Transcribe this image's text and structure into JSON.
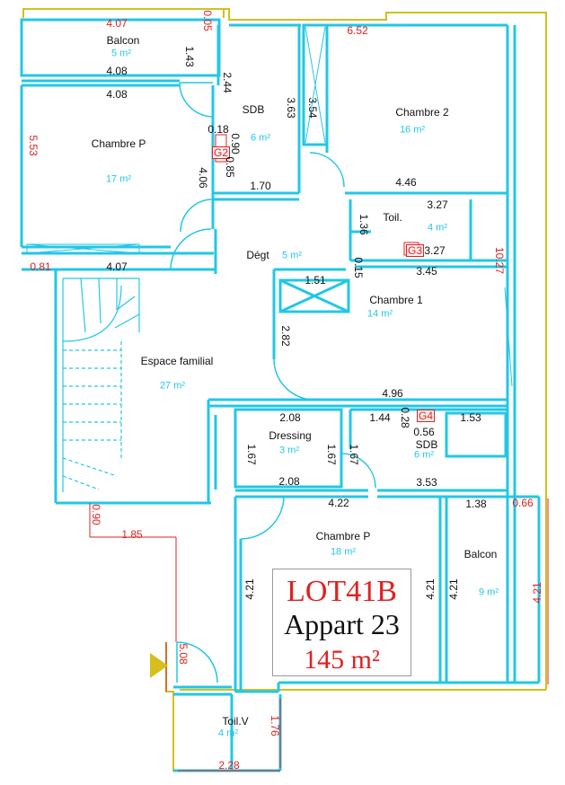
{
  "rooms": {
    "balcon_top": {
      "name": "Balcon",
      "area": "5 m²"
    },
    "chambre_p_top": {
      "name": "Chambre P",
      "area": "17 m²"
    },
    "sdb_top": {
      "name": "SDB",
      "area": "6 m²"
    },
    "chambre_2": {
      "name": "Chambre 2",
      "area": "16 m²"
    },
    "toil": {
      "name": "Toil.",
      "area": "4 m²"
    },
    "degt": {
      "name": "Dégt",
      "area": "5 m²"
    },
    "chambre_1": {
      "name": "Chambre 1",
      "area": "14 m²"
    },
    "espace_familial": {
      "name": "Espace familial",
      "area": "27 m²"
    },
    "dressing": {
      "name": "Dressing",
      "area": "3 m²"
    },
    "sdb_mid": {
      "name": "SDB",
      "area": "6 m²"
    },
    "chambre_p_bottom": {
      "name": "Chambre P",
      "area": "18 m²"
    },
    "balcon_right": {
      "name": "Balcon",
      "area": "9 m²"
    },
    "toil_v": {
      "name": "Toil.V",
      "area": "4 m²"
    }
  },
  "tags": {
    "g2": "G2",
    "g3": "G3",
    "g4": "G4"
  },
  "lot": {
    "code": "LOT41B",
    "apartment": "Appart 23",
    "area": "145 m²"
  },
  "dims_black": {
    "d408a": "4.08",
    "d408b": "4.08",
    "d143": "1.43",
    "d244": "2.44",
    "d363": "3.63",
    "d354": "3.54",
    "d018": "0.18",
    "d090": "0.90",
    "d085": "0.85",
    "d406": "4.06",
    "d170": "1.70",
    "d446": "4.46",
    "d327a": "3.27",
    "d136": "1.36",
    "d327b": "3.27",
    "d407": "4.07",
    "d151": "1.51",
    "d015": "0.15",
    "d345": "3.45",
    "d282": "2.82",
    "d496": "4.96",
    "d208a": "2.08",
    "d144": "1.44",
    "d028": "0.28",
    "d153": "1.53",
    "d056": "0.56",
    "d167a": "1.67",
    "d167b": "1.67",
    "d167c": "1.67",
    "d208b": "2.08",
    "d422": "4.22",
    "d353": "3.53",
    "d138": "1.38",
    "d421a": "4.21",
    "d421b": "4.21",
    "d421c": "4.21"
  },
  "dims_red": {
    "r407": "4.07",
    "r005": "0.05",
    "r652": "6.52",
    "r553": "5.53",
    "r081": "0.81",
    "r1027": "10.27",
    "r066": "0.66",
    "r090": "0.90",
    "r185": "1.85",
    "r421": "4.21",
    "r508": "5.08",
    "r176": "1.76",
    "r228": "2.28"
  },
  "colors": {
    "walls": "#22c7e6",
    "outline": "#d4bf1c",
    "red_dims": "#e02020",
    "area_text": "#22c7e6"
  }
}
